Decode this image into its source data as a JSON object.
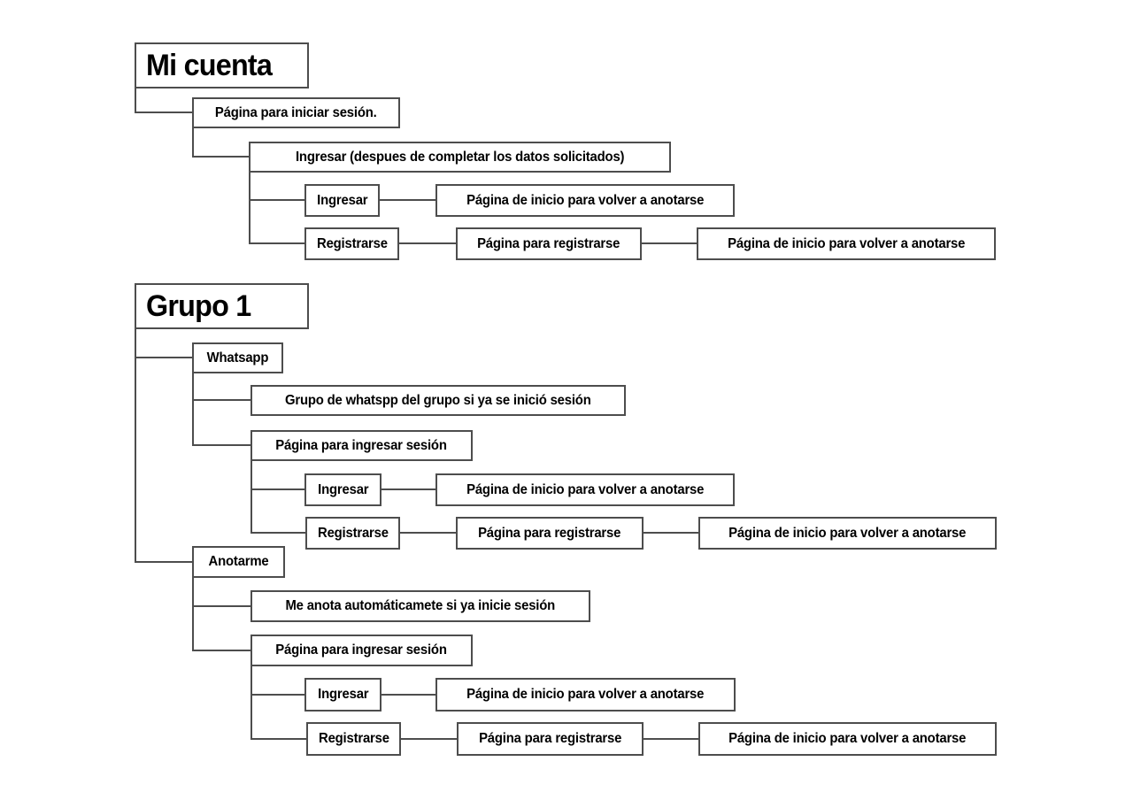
{
  "diagram_type": "sitemap-tree",
  "colors": {
    "background": "#ffffff",
    "node_border": "#4d4d4d",
    "connector": "#4d4d4d",
    "text": "#000000"
  },
  "trees": [
    {
      "label": "Mi cuenta",
      "children": [
        {
          "label": "Página para iniciar sesión.",
          "children": [
            {
              "label": "Ingresar (despues de completar los datos solicitados)",
              "children": [
                {
                  "label": "Ingresar",
                  "then": {
                    "label": "Página de inicio para volver a anotarse"
                  }
                },
                {
                  "label": "Registrarse",
                  "then": {
                    "label": "Página para registrarse",
                    "then": {
                      "label": "Página de inicio para volver a anotarse"
                    }
                  }
                }
              ]
            }
          ]
        }
      ]
    },
    {
      "label": "Grupo 1",
      "children": [
        {
          "label": "Whatsapp",
          "children": [
            {
              "label": "Grupo de whatspp del grupo si ya se inició sesión"
            },
            {
              "label": "Página para ingresar sesión",
              "children": [
                {
                  "label": "Ingresar",
                  "then": {
                    "label": "Página de inicio para volver a anotarse"
                  }
                },
                {
                  "label": "Registrarse",
                  "then": {
                    "label": "Página para registrarse",
                    "then": {
                      "label": "Página de inicio para volver a anotarse"
                    }
                  }
                }
              ]
            }
          ]
        },
        {
          "label": "Anotarme",
          "children": [
            {
              "label": "Me anota automáticamete si ya inicie sesión"
            },
            {
              "label": "Página para ingresar sesión",
              "children": [
                {
                  "label": "Ingresar",
                  "then": {
                    "label": "Página de inicio para volver a anotarse"
                  }
                },
                {
                  "label": "Registrarse",
                  "then": {
                    "label": "Página para registrarse",
                    "then": {
                      "label": "Página de inicio para volver a anotarse"
                    }
                  }
                }
              ]
            }
          ]
        }
      ]
    }
  ]
}
